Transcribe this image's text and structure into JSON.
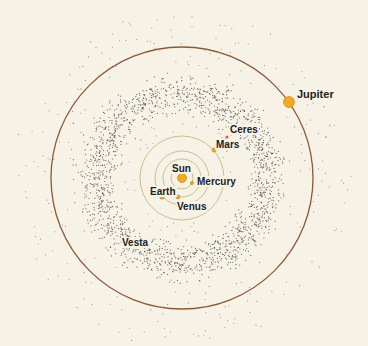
{
  "diagram": {
    "labels": [
      "Jupiter",
      "Ceres",
      "Mars",
      "Sun",
      "Mercury",
      "Earth",
      "Venus",
      "Vesta"
    ]
  }
}
